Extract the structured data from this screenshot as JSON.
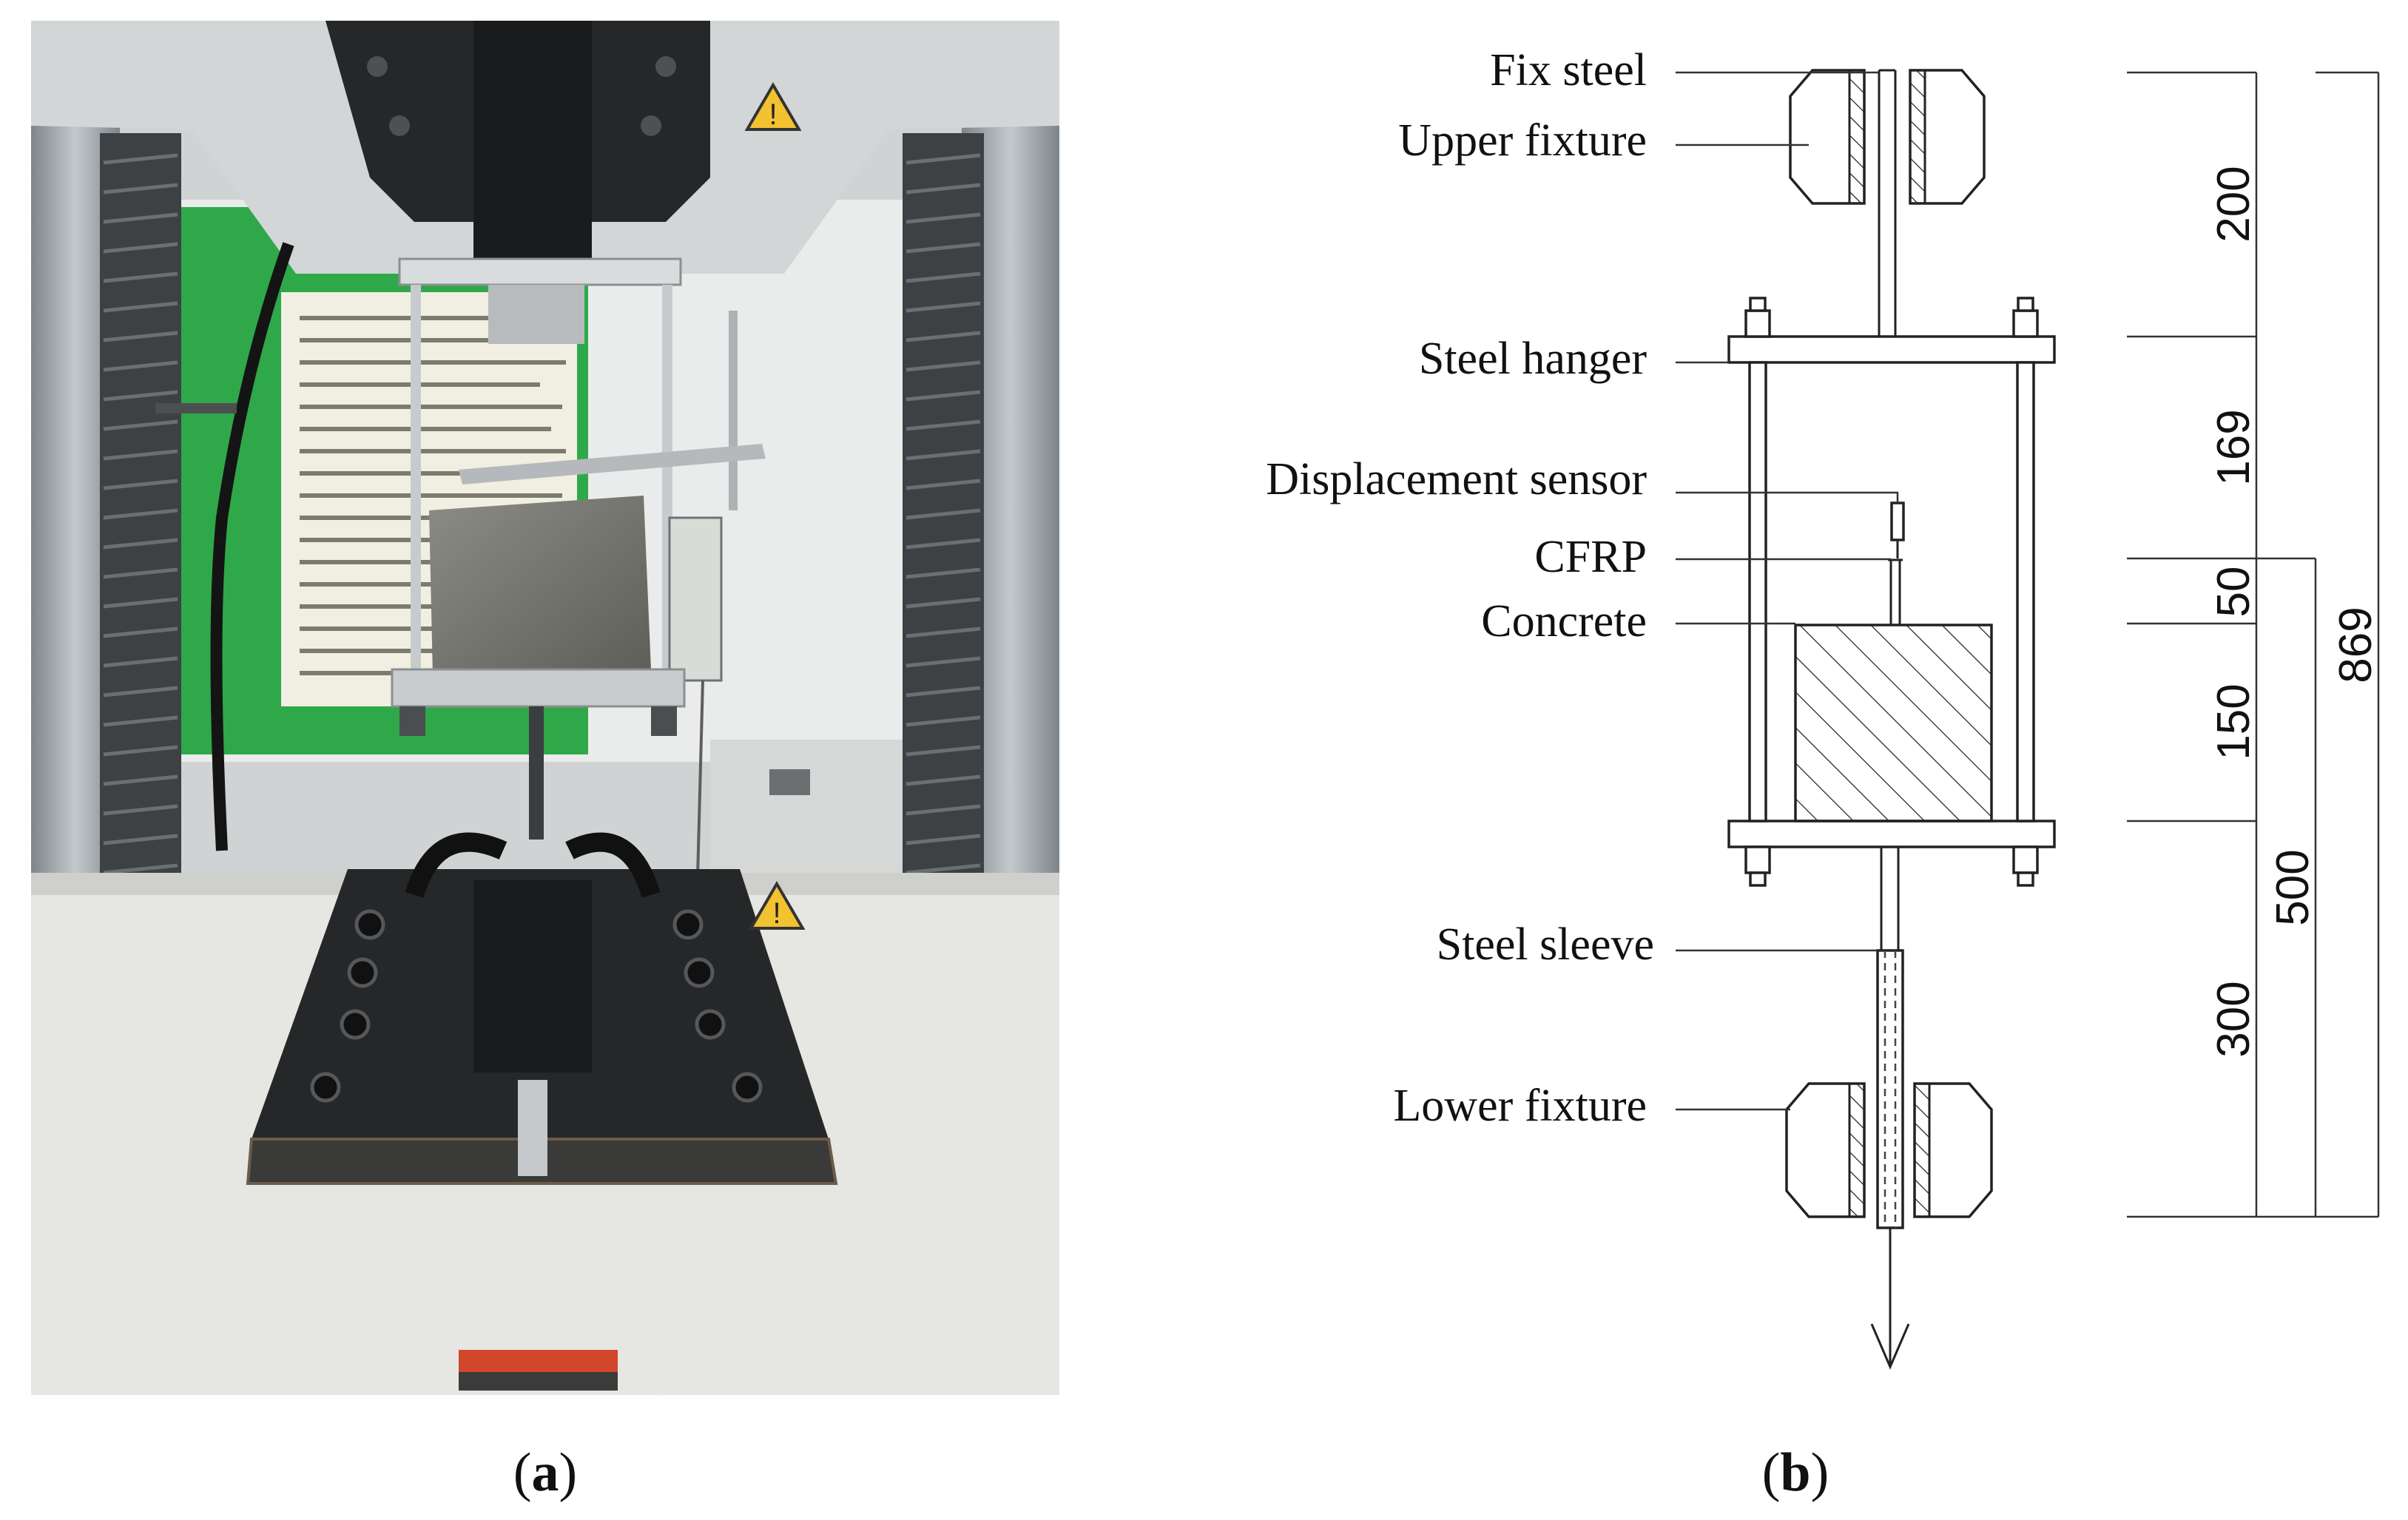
{
  "panels": {
    "a": {
      "caption_open": "(",
      "caption_letter": "a",
      "caption_close": ")"
    },
    "b": {
      "caption_open": "(",
      "caption_letter": "b",
      "caption_close": ")"
    }
  },
  "labels": {
    "fix_steel": "Fix steel",
    "upper_fixture": "Upper fixture",
    "steel_hanger": "Steel hanger",
    "displacement_sensor": "Displacement sensor",
    "cfrp": "CFRP",
    "concrete": "Concrete",
    "steel_sleeve": "Steel sleeve",
    "lower_fixture": "Lower fixture"
  },
  "dimensions": {
    "d200": "200",
    "d169": "169",
    "d50": "50",
    "d150": "150",
    "d300": "300",
    "d500": "500",
    "d869": "869"
  },
  "photo": {
    "signs": [
      "warning-sign-upper",
      "warning-sign-lower"
    ],
    "colors": {
      "machine_dark": "#262729",
      "frame_gray": "#9aa1a6",
      "background_green": "#2fa84a",
      "base_white": "#e6e6e3",
      "warning_yellow": "#f2c230",
      "label_red": "#d2462c"
    }
  }
}
